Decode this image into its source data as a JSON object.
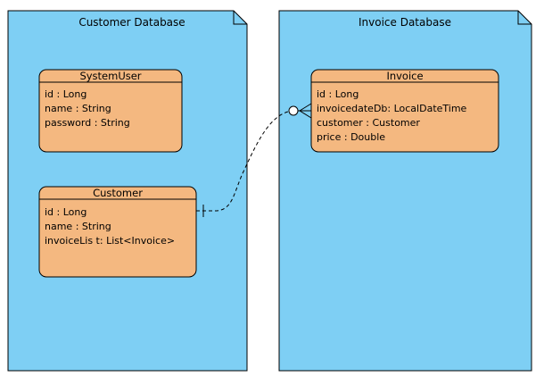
{
  "databases": [
    {
      "name": "Customer Database",
      "entities": [
        {
          "name": "SystemUser",
          "attributes": [
            "id : Long",
            "name : String",
            "password : String"
          ]
        },
        {
          "name": "Customer",
          "attributes": [
            "id : Long",
            "name : String",
            "invoiceLis t: List<Invoice>"
          ]
        }
      ]
    },
    {
      "name": "Invoice Database",
      "entities": [
        {
          "name": "Invoice",
          "attributes": [
            "id : Long",
            "invoicedateDb: LocalDateTime",
            "customer : Customer",
            "price : Double"
          ]
        }
      ]
    }
  ],
  "relationship": {
    "from": "Customer",
    "to": "Invoice",
    "from_end": "one",
    "to_end": "zero-or-many",
    "line_style": "dashed"
  },
  "colors": {
    "database_fill": "#7ecff4",
    "entity_fill": "#f4b880",
    "stroke": "#000000"
  }
}
